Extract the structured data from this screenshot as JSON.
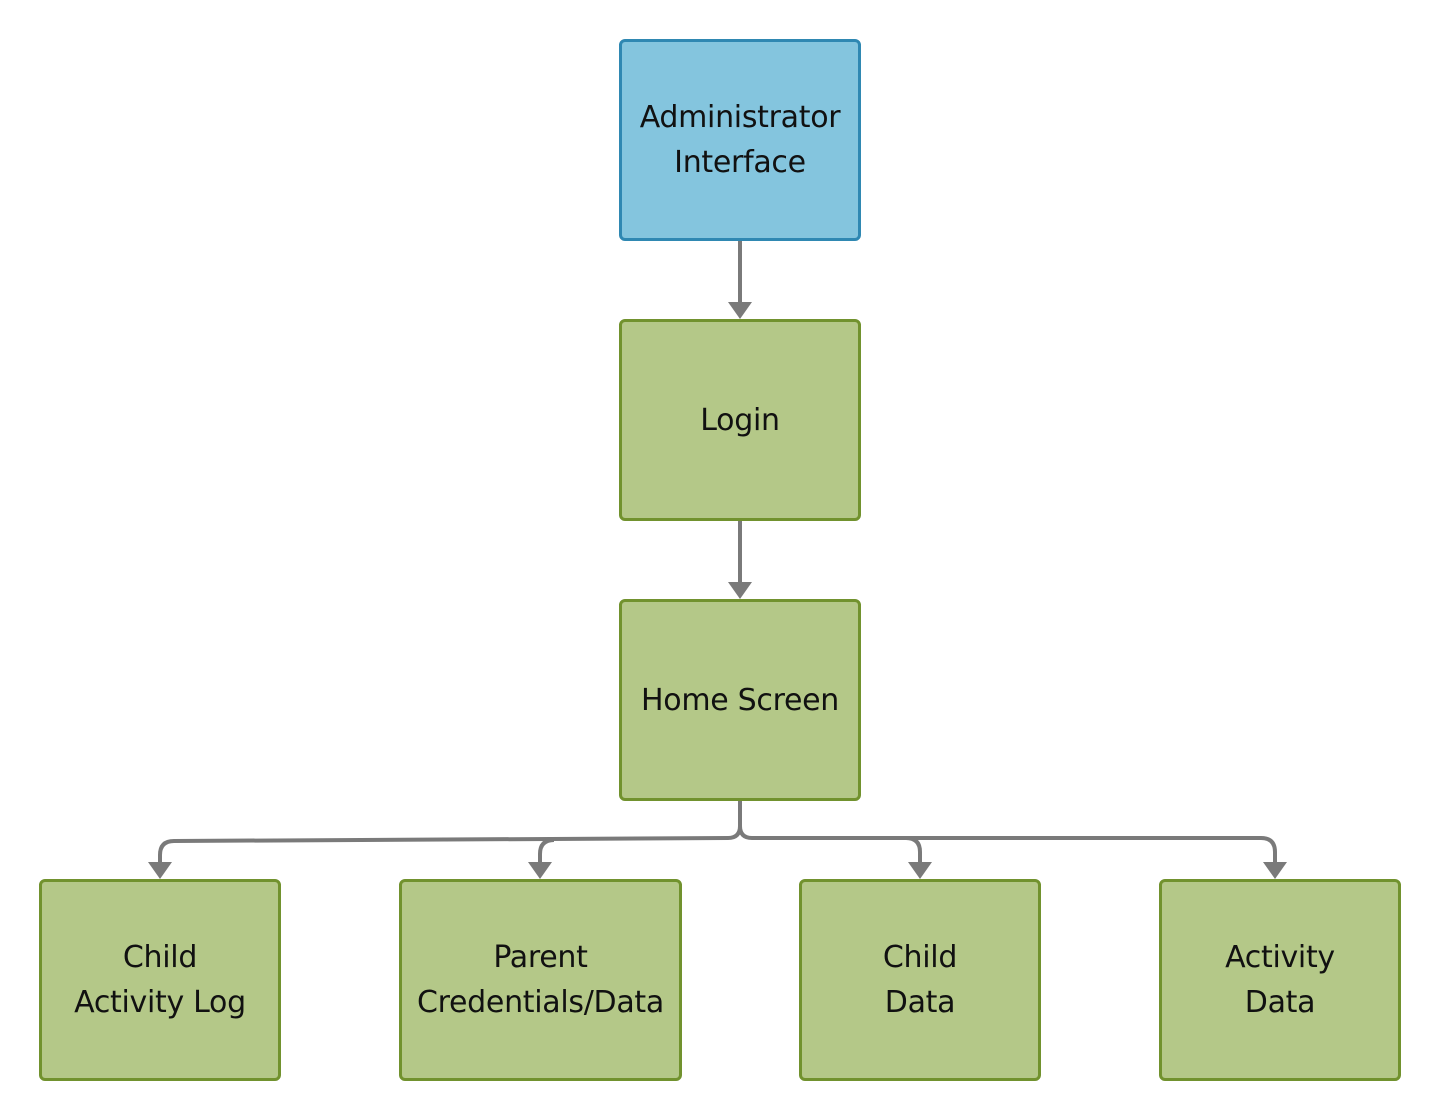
{
  "colors": {
    "admin_fill": "#84c5de",
    "admin_border": "#2f88b2",
    "screen_fill": "#b4c888",
    "screen_border": "#71922e",
    "connector": "#7a7a7a"
  },
  "nodes": {
    "admin": {
      "label": "Administrator\nInterface"
    },
    "login": {
      "label": "Login"
    },
    "home": {
      "label": "Home Screen"
    },
    "child_activity_log": {
      "label": "Child\nActivity Log"
    },
    "parent_credentials": {
      "label": "Parent\nCredentials/Data"
    },
    "child_data": {
      "label": "Child\nData"
    },
    "activity_data": {
      "label": "Activity\nData"
    }
  },
  "edges": [
    {
      "from": "admin",
      "to": "login"
    },
    {
      "from": "login",
      "to": "home"
    },
    {
      "from": "home",
      "to": "child_activity_log"
    },
    {
      "from": "home",
      "to": "parent_credentials"
    },
    {
      "from": "home",
      "to": "child_data"
    },
    {
      "from": "home",
      "to": "activity_data"
    }
  ]
}
